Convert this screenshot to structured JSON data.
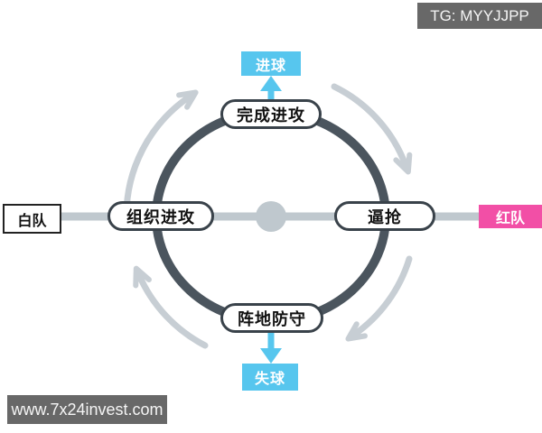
{
  "header": {
    "tg_badge": "TG: MYYJJPP"
  },
  "footer": {
    "watermark": "www.7x24invest.com"
  },
  "diagram": {
    "teams": {
      "white": "白队",
      "red": "红队"
    },
    "outcomes": {
      "goal": "进球",
      "concede": "失球"
    },
    "cycle_nodes": {
      "top": "完成进攻",
      "left": "组织进攻",
      "right": "逼抢",
      "bottom": "阵地防守"
    }
  },
  "colors": {
    "cyan": "#57c6ee",
    "pink": "#f24fa6",
    "ring_dark": "#4b555e",
    "arrow_gray": "#c7ced4",
    "line_gray": "#bfc8ce",
    "badge_gray": "#686868"
  }
}
